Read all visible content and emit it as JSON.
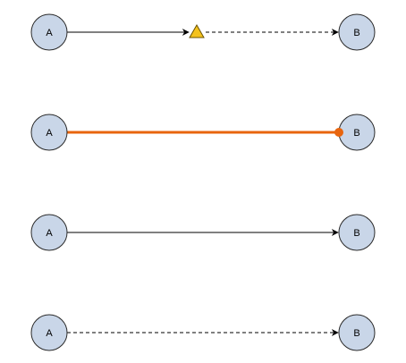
{
  "diagram": {
    "rows": [
      {
        "source": {
          "label": "A"
        },
        "target": {
          "label": "B"
        },
        "edge": {
          "style": "mixed",
          "waypoint_marker": "triangle-icon"
        }
      },
      {
        "source": {
          "label": "A"
        },
        "target": {
          "label": "B"
        },
        "edge": {
          "style": "highlighted",
          "end_marker": "dot-icon"
        }
      },
      {
        "source": {
          "label": "A"
        },
        "target": {
          "label": "B"
        },
        "edge": {
          "style": "solid",
          "end_marker": "arrow-icon"
        }
      },
      {
        "source": {
          "label": "A"
        },
        "target": {
          "label": "B"
        },
        "edge": {
          "style": "dashed",
          "end_marker": "arrow-icon"
        }
      }
    ]
  },
  "colors": {
    "node_fill": "#c9d6e8",
    "node_stroke": "#2b2b2b",
    "edge": "#000000",
    "highlight": "#e8650e",
    "waypoint_fill": "#f4c21d",
    "waypoint_stroke": "#6a5200"
  }
}
